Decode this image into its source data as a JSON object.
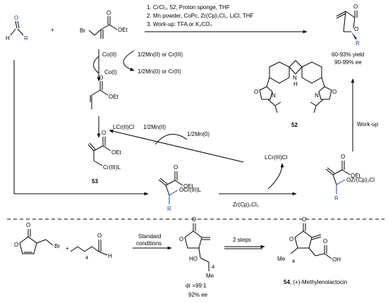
{
  "conditions": {
    "step1": "1. CrCl₂, 52, Proton sponge, THF",
    "step2": "2. Mn powder, CoPc, Zr(Cp)₂Cl₂, LiCl, THF",
    "step3": "3. Work-up: TFA or K₂CO₃"
  },
  "aldehyde": {
    "o": "O",
    "h": "H",
    "r": "R"
  },
  "plus": "+",
  "bromoester": {
    "br": "Br",
    "o": "O",
    "oet": "OEt"
  },
  "product": {
    "o1": "O",
    "o2": "O",
    "r": "R",
    "yield": "60-93% yield",
    "ee": "90-99% ee"
  },
  "cobalt": {
    "co2": "Co(II)",
    "co1": "Co(I)",
    "right_top": "1/2Mn(II) or Cr(III)",
    "right_bottom": "1/2Mn(0) or Cr(II)"
  },
  "radical": {
    "o": "O",
    "oet": "OEt"
  },
  "chromium": {
    "lcr2": "LCr(II)Cl",
    "mn2": "1/2Mn(II)",
    "mn0": "1/2Mn(0)",
    "lcr3": "LCr(III)Cl",
    "zr": "Zr(Cp)₂Cl₂",
    "workup": "Work-up"
  },
  "allyl_cr": {
    "o": "O",
    "oet": "OEt",
    "cr": "Cr(III)L",
    "label": "53"
  },
  "alkoxide_cr": {
    "o": "O",
    "oet": "OEt",
    "ocr": "OCr(III)L",
    "r": "R"
  },
  "alkoxide_zr": {
    "o": "O",
    "oet": "OEt",
    "ozr": "OZr(Cp)₂Cl",
    "r": "R"
  },
  "ligand": {
    "nh_n": "N",
    "nh_h": "H",
    "n1": "N",
    "n2": "N",
    "o1": "O",
    "o2": "O",
    "label": "52"
  },
  "bottom": {
    "lactone_o1": "O",
    "lactone_o2": "O",
    "br": "Br",
    "plus": "+",
    "heptanal_o": "O",
    "heptanal_h": "H",
    "sub4": "4",
    "std1": "Standard",
    "std2": "conditions",
    "int_o1": "O",
    "int_o2": "O",
    "int_ho": "HO",
    "int_me": "Me",
    "int_sub4": "4",
    "dr": "dr =99:1",
    "ee": "92% ee",
    "steps": "2 steps",
    "fin_o1": "O",
    "fin_o2": "O",
    "fin_me": "Me",
    "fin_sub4": "4",
    "fin_oh": "OH",
    "fin_o3": "O",
    "fin_label": "54",
    "fin_name": ", (+)-Methylenolactocin"
  }
}
